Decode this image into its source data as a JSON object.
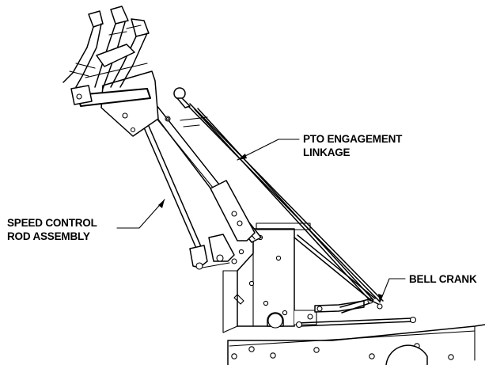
{
  "callouts": {
    "pto_line1": "PTO ENGAGEMENT",
    "pto_line2": "LINKAGE",
    "speed_line1": "SPEED CONTROL",
    "speed_line2": "ROD ASSEMBLY",
    "bell_crank": "BELL CRANK"
  },
  "colors": {
    "line": "#000000",
    "background": "#ffffff"
  }
}
